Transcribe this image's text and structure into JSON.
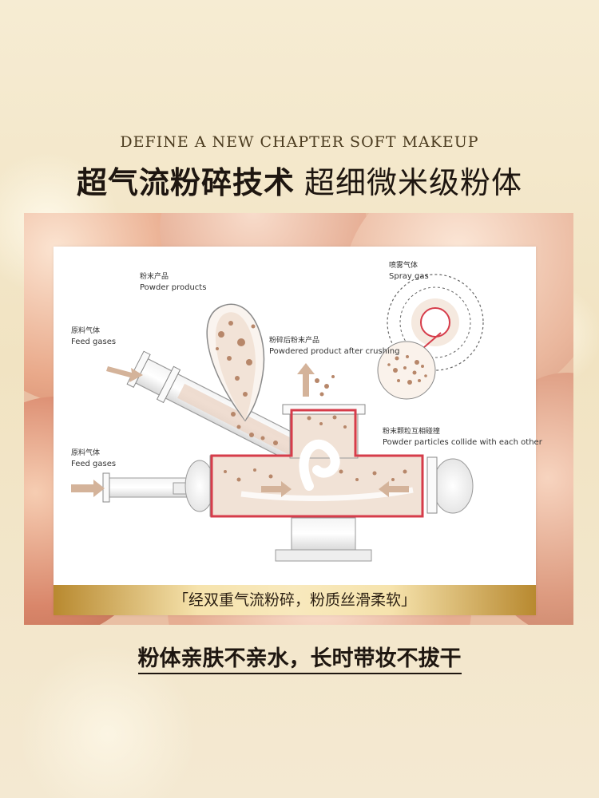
{
  "header": {
    "subtitle": "DEFINE A NEW CHAPTER SOFT MAKEUP",
    "title_bold": "超气流粉碎技术",
    "title_light": "超细微米级粉体"
  },
  "diagram": {
    "labels": {
      "powder_products": {
        "cn": "粉末产品",
        "en": "Powder products"
      },
      "spray_gas": {
        "cn": "喷雾气体",
        "en": "Spray gas"
      },
      "feed_gases_top": {
        "cn": "原料气体",
        "en": "Feed gases"
      },
      "powdered_after_crushing": {
        "cn": "粉碎后粉末产品",
        "en": "Powdered product after crushing"
      },
      "particles_collide": {
        "cn": "粉末颗粒互相碰撞",
        "en": "Powder particles collide with each other"
      },
      "feed_gases_bottom": {
        "cn": "原料气体",
        "en": "Feed gases"
      }
    }
  },
  "banner": {
    "text": "「经双重气流粉碎，粉质丝滑柔软」"
  },
  "footer": {
    "text": "粉体亲肤不亲水，长时带妆不拔干"
  },
  "colors": {
    "accent_red": "#d63c4a",
    "powder_brown": "#b7876a",
    "gold": "#c99a45"
  }
}
